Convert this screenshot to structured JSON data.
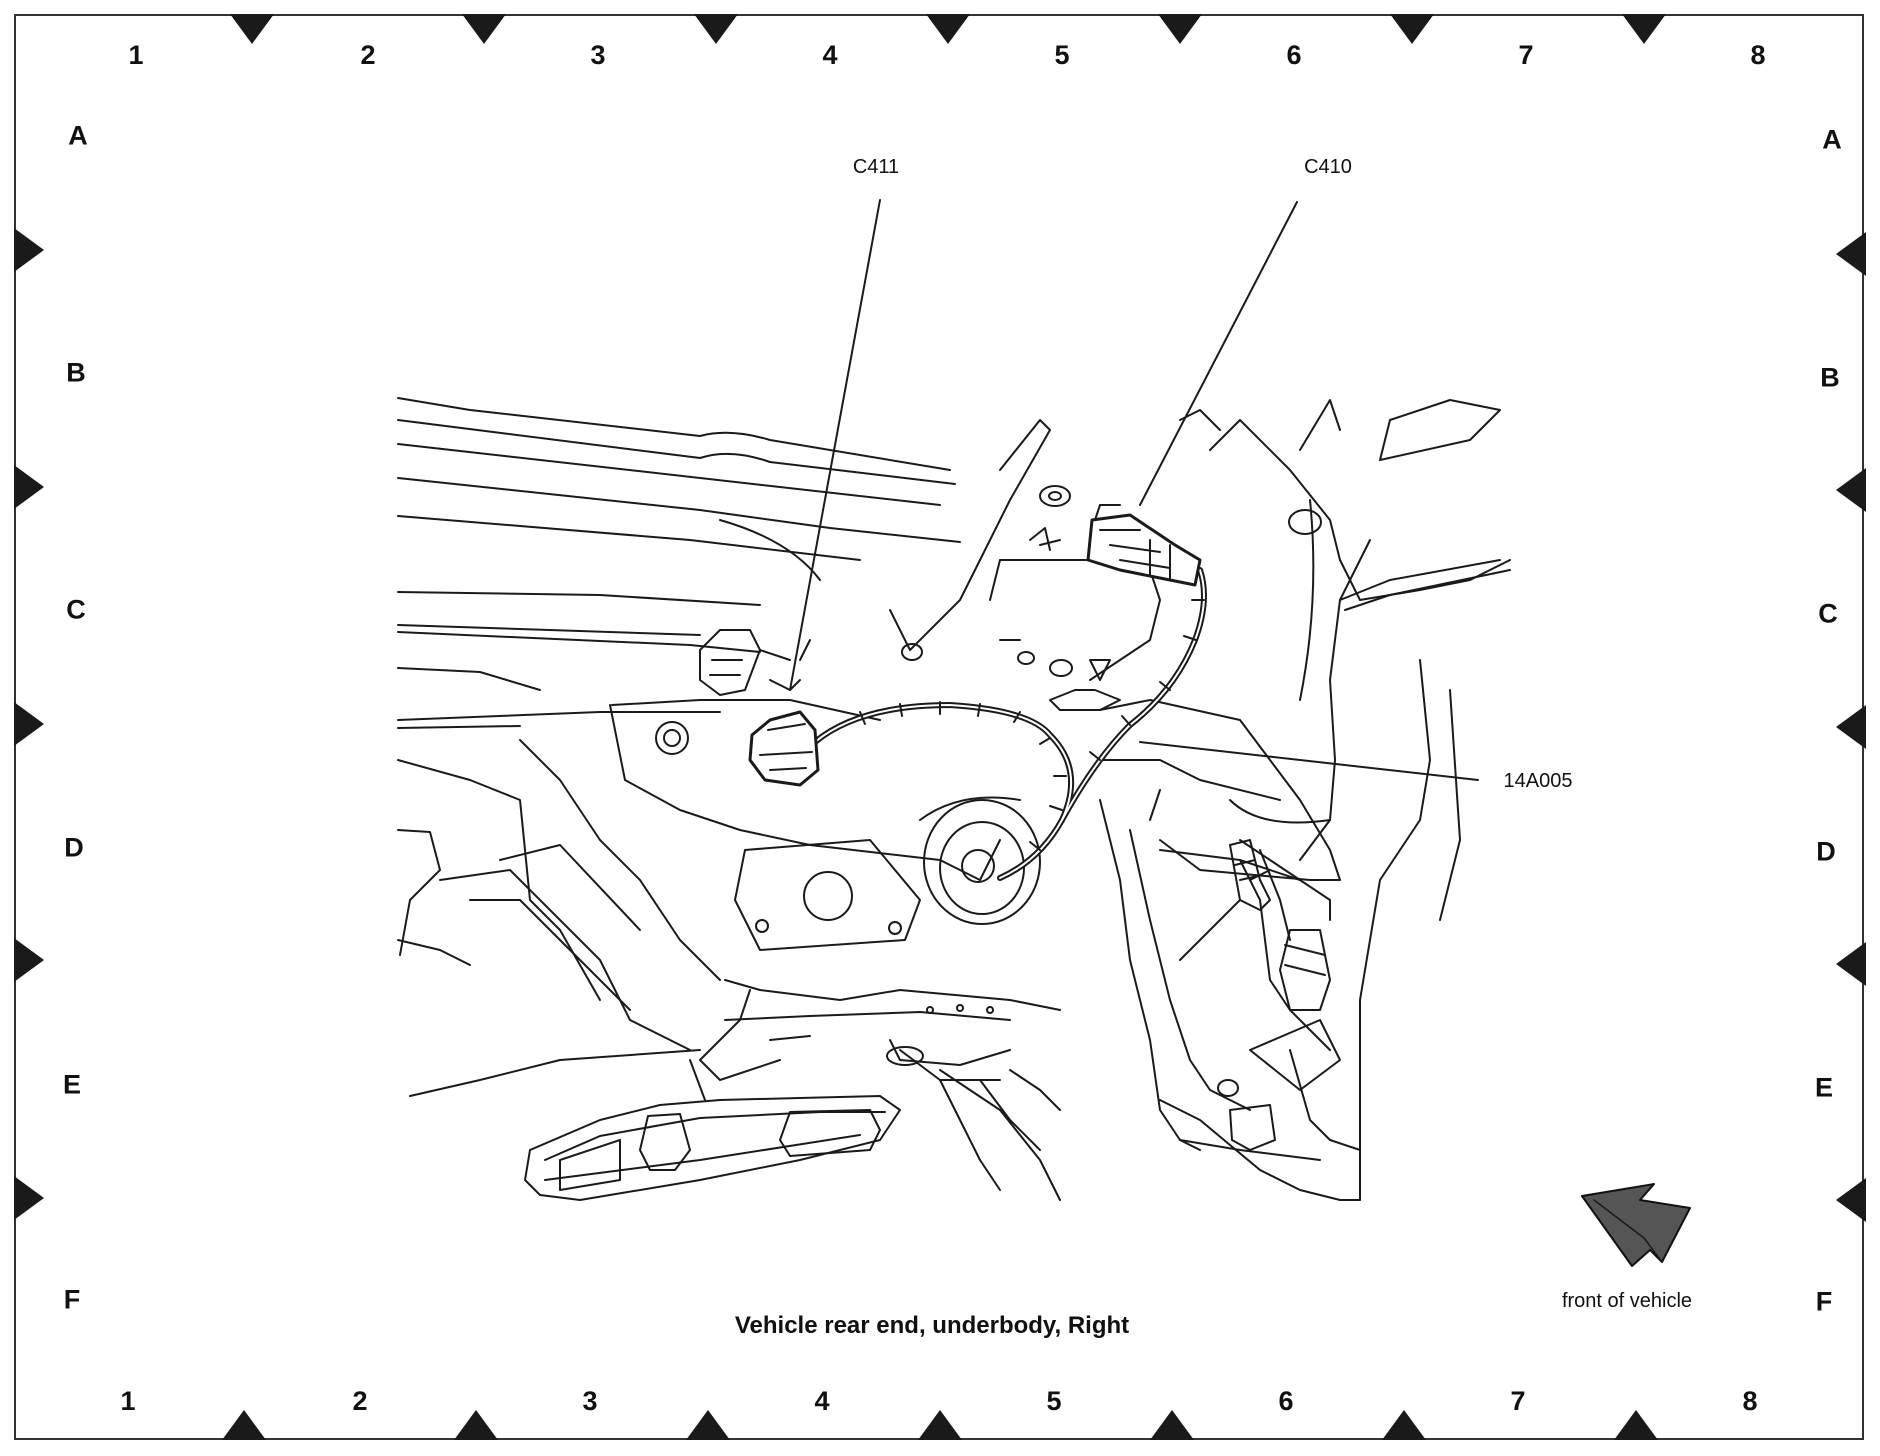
{
  "grid": {
    "columns": [
      "1",
      "2",
      "3",
      "4",
      "5",
      "6",
      "7",
      "8"
    ],
    "rows": [
      "A",
      "B",
      "C",
      "D",
      "E",
      "F"
    ]
  },
  "callouts": {
    "c411": "C411",
    "c410": "C410",
    "harness": "14A005"
  },
  "caption": "Vehicle rear end, underbody, Right",
  "orientation": {
    "label": "front of vehicle",
    "icon": "front-arrow-icon"
  },
  "colors": {
    "line": "#1a1a1a",
    "background": "#ffffff"
  }
}
